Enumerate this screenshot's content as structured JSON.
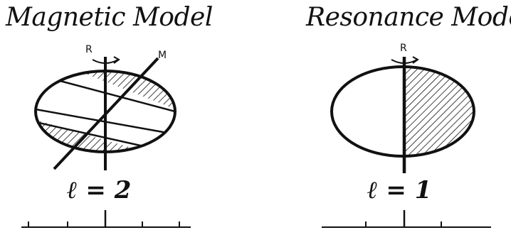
{
  "panels": [
    {
      "title": "Magnetic Model",
      "axis_labels": [
        "R",
        "M"
      ],
      "ell": "ℓ = 2"
    },
    {
      "title": "Resonance Model",
      "axis_labels": [
        "R"
      ],
      "ell": "ℓ = 1"
    }
  ],
  "colors": {
    "ink": "#111111",
    "paper": "#ffffff"
  }
}
